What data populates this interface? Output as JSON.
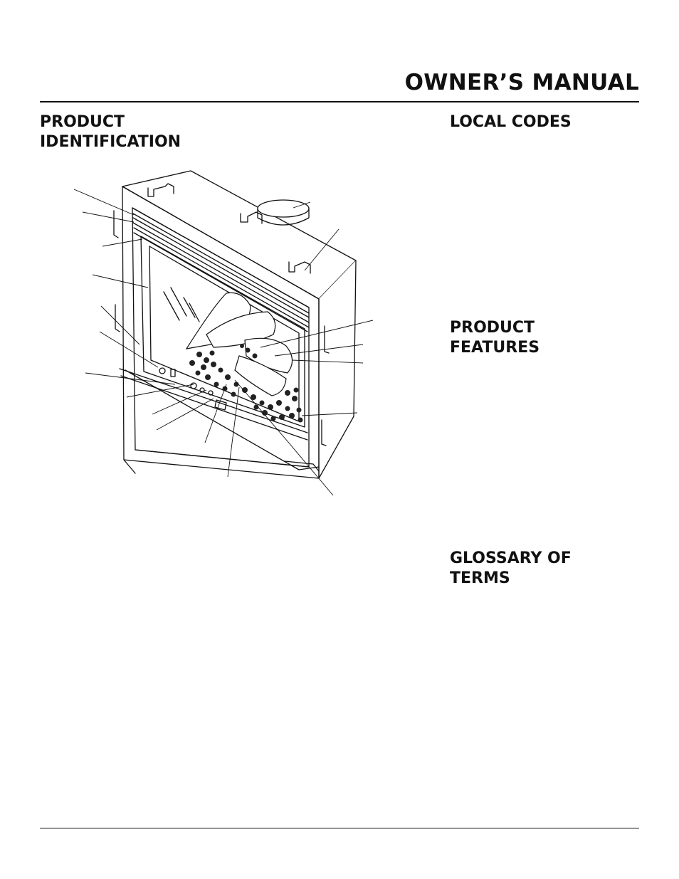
{
  "header": {
    "title": "OWNER’S MANUAL"
  },
  "sections": {
    "product_identification": {
      "line1": "PRODUCT",
      "line2": "IDENTIFICATION"
    },
    "local_codes": {
      "line1": "LOCAL CODES"
    },
    "product_features": {
      "line1": "PRODUCT",
      "line2": "FEATURES"
    },
    "glossary": {
      "line1": "GLOSSARY OF",
      "line2": "TERMS"
    }
  },
  "figure": {
    "subject": "fireplace-illustration"
  }
}
